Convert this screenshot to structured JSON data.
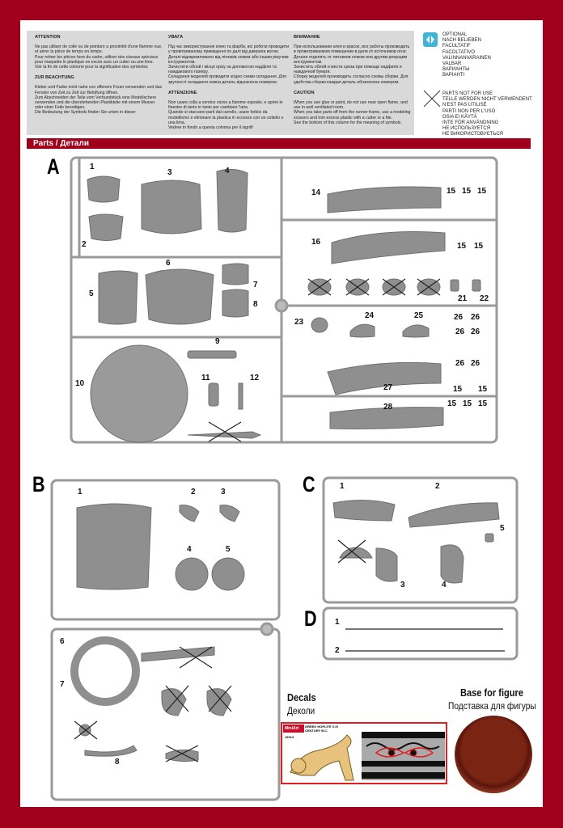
{
  "notes": {
    "fr": {
      "title": "ATTENTION",
      "text": "Ne pas utiliser de colle ou de peinture a proximité d'une flamme nue, et aérer la pièce de temps en temps.\nPour retirer les pièces hors du cadre, utiliser des ciseaux spéciaux pour maquette le plastique en excès avec un cutter ou une lime.\nVoir la fin de cette colonne pour la signification des symboles"
    },
    "de": {
      "title": "ZUR BEACHTUNG",
      "text": "Kleber und Farbe nicht nahe von offenem Feuer verwenden und das Fenster von Zeit zu Zeit zur Belüftung öffnen.\nZum Abschneiden der Teile vom Verbundstück eine Modellschere verwenden und die überstehenden Plastikteile mit einem Messer oder einer Feile beseitigen.\nDie Bedeutung der Symbols finden Sie unten in dieser"
    },
    "ua": {
      "title": "УВАГА",
      "text": "Під час використування клею та фарби, всі роботи проводити у провітреваному приміщенні по далі від джерела вогню.\nДеталі відокремлювати від літників ножем або іншим ріжучим інструментом.\nЗачистити облой і місця орізу за допомогою надфіля та наждакового паперу.\nСкладання моделей проводити згідно схеми складання. Для зручності складання кожна деталь відзначена номером."
    },
    "it": {
      "title": "ATTENZIONE",
      "text": "Non usare colla a vernice vicino a fiamme esposte, e aprire le finestre di tanto in tanto per cambiare l'aria.\nQuando si staccano parti dal carrello, usare forbici da modellismo e eliminare la plastica in eccesso con un coltello o una lima.\nVedere in fondo a questa colonna per il signifi"
    },
    "ru": {
      "title": "ВНИМАНИЕ",
      "text": "При использовании клея и красок, все работы производить в проветриваемом помещении в дали от источников огня.\nДетали отделять от литников ножом или другим режущим инструментом.\nЗачистить облой и места среза при помощи надфиля и наждачной бумаги.\nСборку моделей производить согласно схемы сборки. Для удобства сборки каждая деталь обозначена номером."
    },
    "en": {
      "title": "CAUTION",
      "text": "When you use glue or paint, do not use near open flame, and use in well ventilated room.\nWhen you take parts off from the runner frame, use a modeling scissors and trim excess plastic with a cutter or a file.\nSee the bottom of this column for the meaning of symbols."
    }
  },
  "legend": {
    "optional": "OPTIONAL\nNACH BELIEBEN\nFACULTATIF\nFACOLTATIVO\nVALINNANVARAINEN\nVALBAR\nВАРИАНТЫ\nВАРІАНТІ",
    "not_for_use": "PARTS NOT FOR USE\nTELLE WERDEN NICHT VERWENDENT\nN'EST PAS UTILISÉ\nPARTI NON PER L'USO\nOSIA EI KÄYTÄ\nINTE FÖR ANVÄNDNING\nНЕ ИСПОЛЬЗУЕТСЯ\nНЕ ВИКОРИСТОВУЄТЬСЯ"
  },
  "parts_header": "Parts / Детали",
  "sprues": {
    "A": {
      "label": "A",
      "numbers": [
        "1",
        "2",
        "3",
        "4",
        "5",
        "6",
        "7",
        "8",
        "9",
        "10",
        "11",
        "12",
        "14",
        "15",
        "15",
        "15",
        "16",
        "15",
        "15",
        "21",
        "22",
        "23",
        "24",
        "25",
        "26",
        "26",
        "26",
        "26",
        "26",
        "26",
        "15",
        "15",
        "27",
        "28",
        "15",
        "15",
        "15"
      ]
    },
    "B": {
      "label": "B",
      "numbers": [
        "1",
        "2",
        "3",
        "4",
        "5",
        "6",
        "7",
        "8"
      ]
    },
    "C": {
      "label": "C",
      "numbers": [
        "1",
        "2",
        "5",
        "3",
        "4"
      ]
    },
    "D": {
      "label": "D",
      "numbers": [
        "1",
        "2"
      ]
    }
  },
  "decals": {
    "title": "Decals",
    "subtitle": "Деколи",
    "brand": "MiniArt",
    "kit_name": "GREEK HOPLITE V-IV CENTURY B.C.",
    "kit_number": "16013"
  },
  "base": {
    "title": "Base for figure",
    "subtitle": "Подставка для фигуры",
    "color": "#6e1e12"
  },
  "colors": {
    "frame": "#a0001c",
    "plastic": "#9a9a9a",
    "optional_icon": "#3fb4d6"
  }
}
